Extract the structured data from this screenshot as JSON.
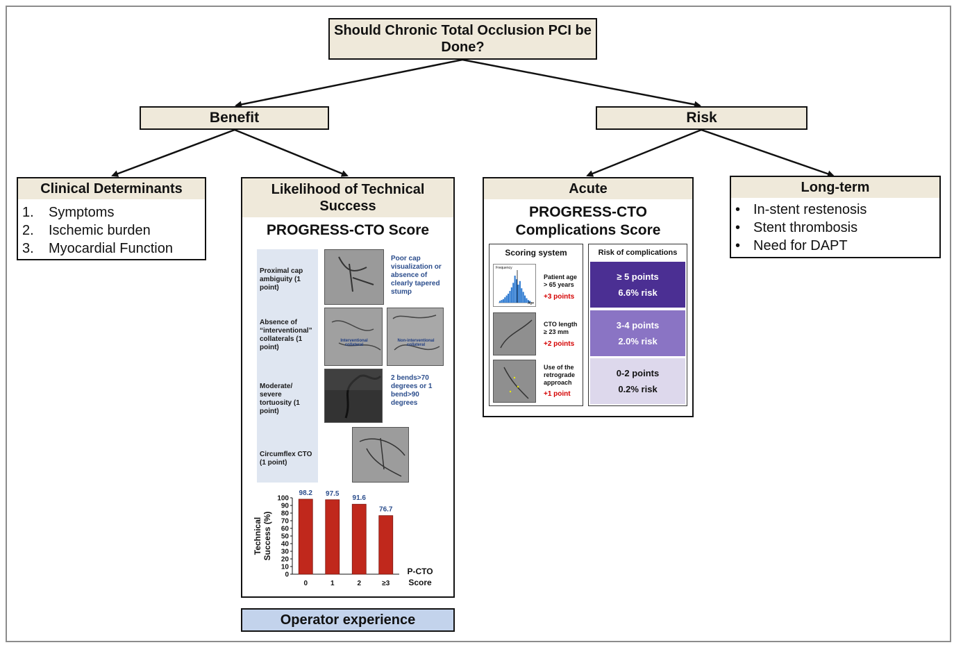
{
  "top_question": "Should Chronic Total Occlusion PCI be Done?",
  "benefit": "Benefit",
  "risk": "Risk",
  "clinical": {
    "title": "Clinical Determinants",
    "items": [
      {
        "num": "1.",
        "text": "Symptoms"
      },
      {
        "num": "2.",
        "text": "Ischemic burden"
      },
      {
        "num": "3.",
        "text": "Myocardial Function"
      }
    ]
  },
  "technical": {
    "title": "Likelihood of Technical Success",
    "score_title": "PROGRESS-CTO Score",
    "criteria": [
      {
        "label": "Proximal cap ambiguity (1 point)",
        "desc": "Poor cap visualization or absence of clearly tapered stump"
      },
      {
        "label": "Absence of “interventional” collaterals (1 point)",
        "img_a": "Interventional collateral",
        "img_b": "Non-interventional collateral"
      },
      {
        "label": "Moderate/ severe tortuosity (1 point)",
        "desc": "2 bends>70 degrees or 1 bend>90 degrees"
      },
      {
        "label": "Circumflex CTO (1 point)"
      }
    ]
  },
  "operator": "Operator experience",
  "acute": {
    "title": "Acute",
    "score_title": "PROGRESS-CTO Complications Score",
    "scoring_header": "Scoring system",
    "risk_header": "Risk of complications",
    "hist_y": "Frequency",
    "hist_x": "Age",
    "scoring": [
      {
        "text": "Patient age > 65 years",
        "points": "+3 points"
      },
      {
        "text": "CTO length ≥ 23 mm",
        "points": "+2 points"
      },
      {
        "text": "Use of the retrograde approach",
        "points": "+1 point"
      }
    ],
    "tiers": [
      {
        "points": "≥ 5 points",
        "risk": "6.6% risk",
        "color": "#4b2f93"
      },
      {
        "points": "3-4 points",
        "risk": "2.0% risk",
        "color": "#8a74c4"
      },
      {
        "points": "0-2 points",
        "risk": "0.2% risk",
        "color": "#ddd8ec"
      }
    ]
  },
  "longterm": {
    "title": "Long-term",
    "items": [
      "In-stent restenosis",
      "Stent thrombosis",
      "Need for DAPT"
    ]
  },
  "chart_data": {
    "type": "bar",
    "categories": [
      "0",
      "1",
      "2",
      "≥3"
    ],
    "values": [
      98.2,
      97.5,
      91.6,
      76.7
    ],
    "ylabel": "Technical Success (%)",
    "xlabel": "P-CTO Score",
    "ylim": [
      0,
      100
    ],
    "yticks": [
      0,
      10,
      20,
      30,
      40,
      50,
      60,
      70,
      80,
      90,
      100
    ],
    "bar_color": "#c0281c"
  }
}
